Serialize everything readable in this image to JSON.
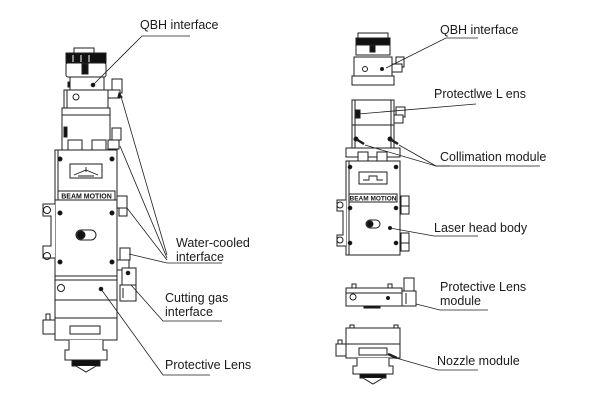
{
  "diagram": {
    "title": "",
    "left_view": {
      "name": "assembled-laser-head",
      "body_plate_text": "BEAM MOTION",
      "labels": [
        {
          "id": "qbh",
          "text": "QBH interface"
        },
        {
          "id": "water",
          "text": "Water-cooled\ninterface"
        },
        {
          "id": "gas",
          "text": "Cutting gas\ninterface"
        },
        {
          "id": "protective",
          "text": "Protective Lens"
        }
      ]
    },
    "right_view": {
      "name": "exploded-laser-head",
      "body_plate_text": "BEAM MOTION",
      "labels": [
        {
          "id": "qbh",
          "text": "QBH interface"
        },
        {
          "id": "protective_l",
          "text": "Protectlwe L ens"
        },
        {
          "id": "collimation",
          "text": "Collimation module"
        },
        {
          "id": "body",
          "text": "Laser head body"
        },
        {
          "id": "protective_module",
          "text": "Protective Lens\nmodule"
        },
        {
          "id": "nozzle",
          "text": "Nozzle module"
        }
      ]
    },
    "colors": {
      "line": "#1e1e1e",
      "fill": "#ffffff",
      "dark": "#111111"
    }
  }
}
